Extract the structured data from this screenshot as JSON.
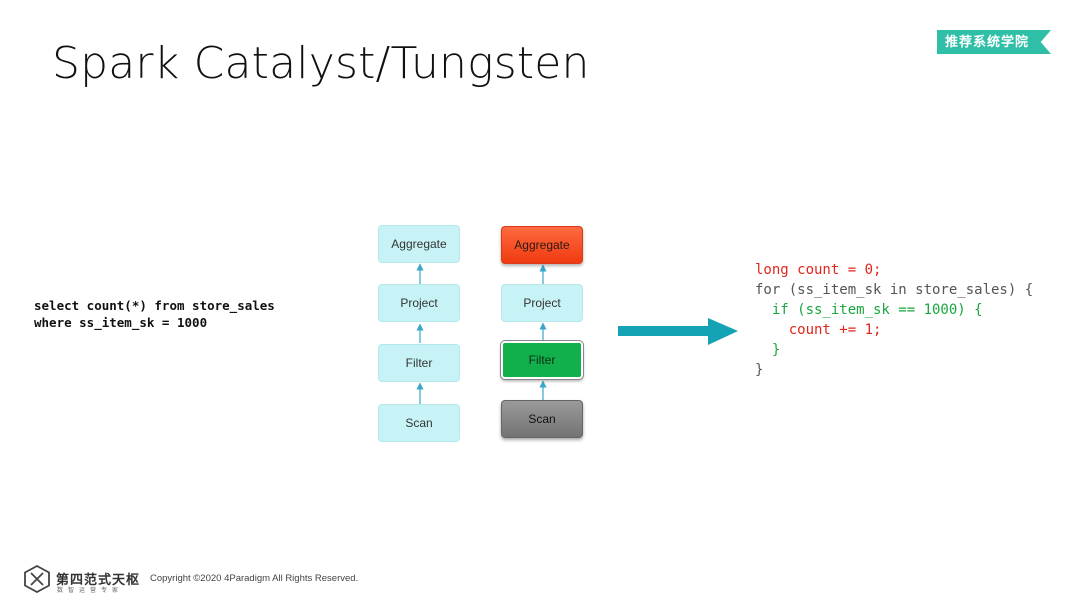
{
  "title": "Spark Catalyst/Tungsten",
  "badge": "推荐系统学院",
  "sql": {
    "line1": "select count(*) from store_sales",
    "line2": "where ss_item_sk = 1000"
  },
  "plan_left": [
    "Aggregate",
    "Project",
    "Filter",
    "Scan"
  ],
  "plan_right": [
    "Aggregate",
    "Project",
    "Filter",
    "Scan"
  ],
  "code": {
    "line1": "long count = 0;",
    "line2": "for (ss_item_sk in store_sales) {",
    "line3": "  if (ss_item_sk == 1000) {",
    "line4": "    count += 1;",
    "line5": "  }",
    "line6": "}"
  },
  "colors": {
    "arrow": "#13a3b4",
    "badge": "#2fbfa6",
    "node_light": "#c8f3f6",
    "aggregate_red": "#f5421a",
    "filter_green": "#12b04a",
    "scan_gray": "#858585",
    "code_red": "#e0251b",
    "code_green": "#1aa640"
  },
  "footer": {
    "logo_text": "第四范式天枢",
    "logo_sub": "数智运营专家",
    "copyright": "Copyright ©2020 4Paradigm All Rights Reserved."
  }
}
